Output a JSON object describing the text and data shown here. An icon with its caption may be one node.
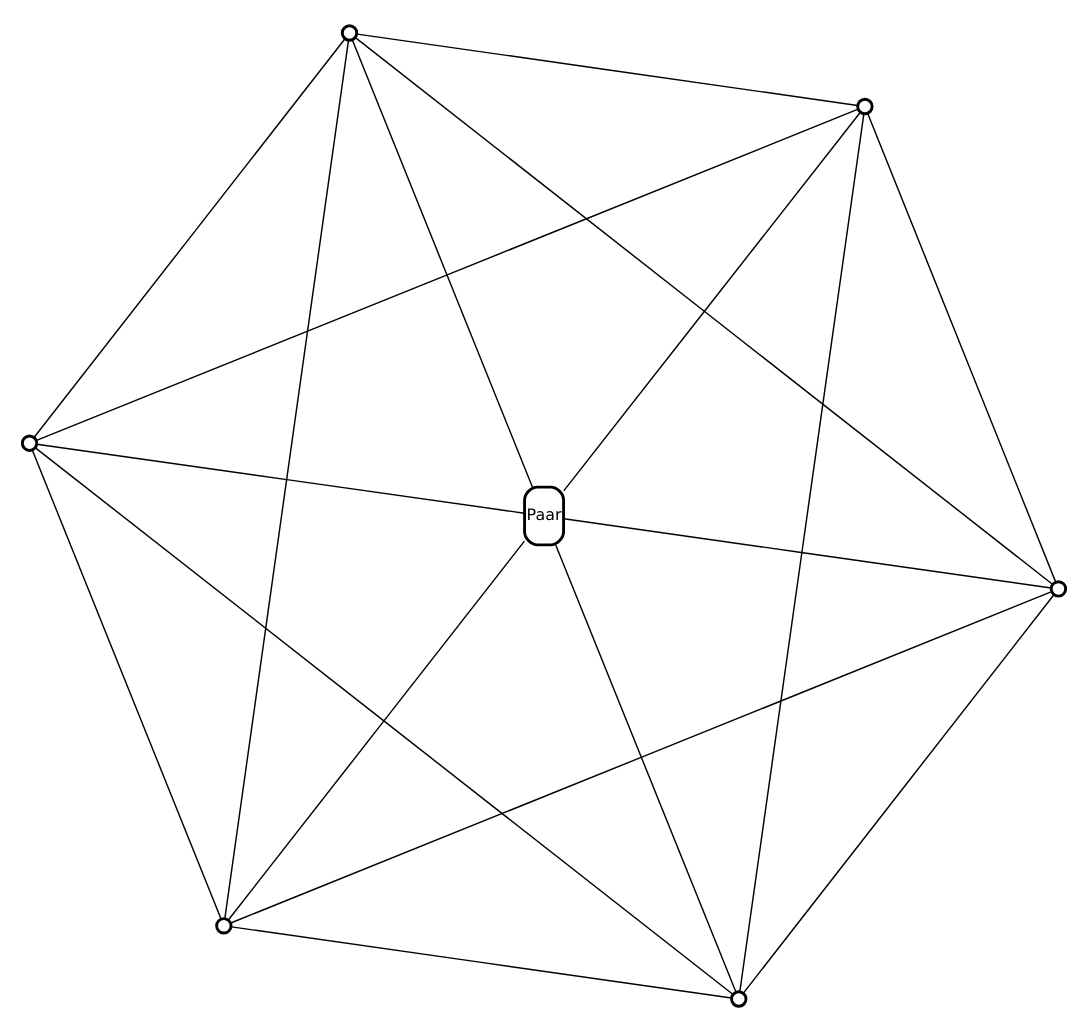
{
  "diagram": {
    "nodes": [
      {
        "text": [],
        "shape": "circle"
      },
      {
        "text": [],
        "shape": "circle"
      },
      {
        "text": [],
        "shape": "circle"
      },
      {
        "text": [
          "Paar"
        ]
      },
      {
        "text": [],
        "shape": "circle"
      },
      {
        "text": [],
        "shape": "circle"
      },
      {
        "text": [],
        "shape": "circle"
      }
    ],
    "edges": [
      {
        "from": 0,
        "to": 1,
        "arrow": "none"
      },
      {
        "from": 0,
        "to": 2,
        "arrow": "none"
      },
      {
        "from": 1,
        "to": 4,
        "arrow": "none"
      },
      {
        "from": 2,
        "to": 5,
        "arrow": "none"
      },
      {
        "from": 4,
        "to": 6,
        "arrow": "none"
      },
      {
        "from": 5,
        "to": 6,
        "arrow": "none"
      },
      {
        "from": 1,
        "to": 2,
        "arrow": "none"
      },
      {
        "from": 4,
        "to": 5,
        "arrow": "none"
      },
      {
        "from": 0,
        "to": 4,
        "arrow": "none"
      },
      {
        "from": 0,
        "to": 5,
        "arrow": "none"
      },
      {
        "from": 1,
        "to": 6,
        "arrow": "none"
      },
      {
        "from": 2,
        "to": 6,
        "arrow": "none"
      },
      {
        "from": 0,
        "to": 3,
        "arrow": "none"
      },
      {
        "from": 1,
        "to": 3,
        "arrow": "none"
      },
      {
        "from": 2,
        "to": 3,
        "arrow": "none"
      },
      {
        "from": 4,
        "to": 3,
        "arrow": "none"
      },
      {
        "from": 5,
        "to": 3,
        "arrow": "none"
      },
      {
        "from": 6,
        "to": 3,
        "arrow": "none"
      }
    ]
  }
}
